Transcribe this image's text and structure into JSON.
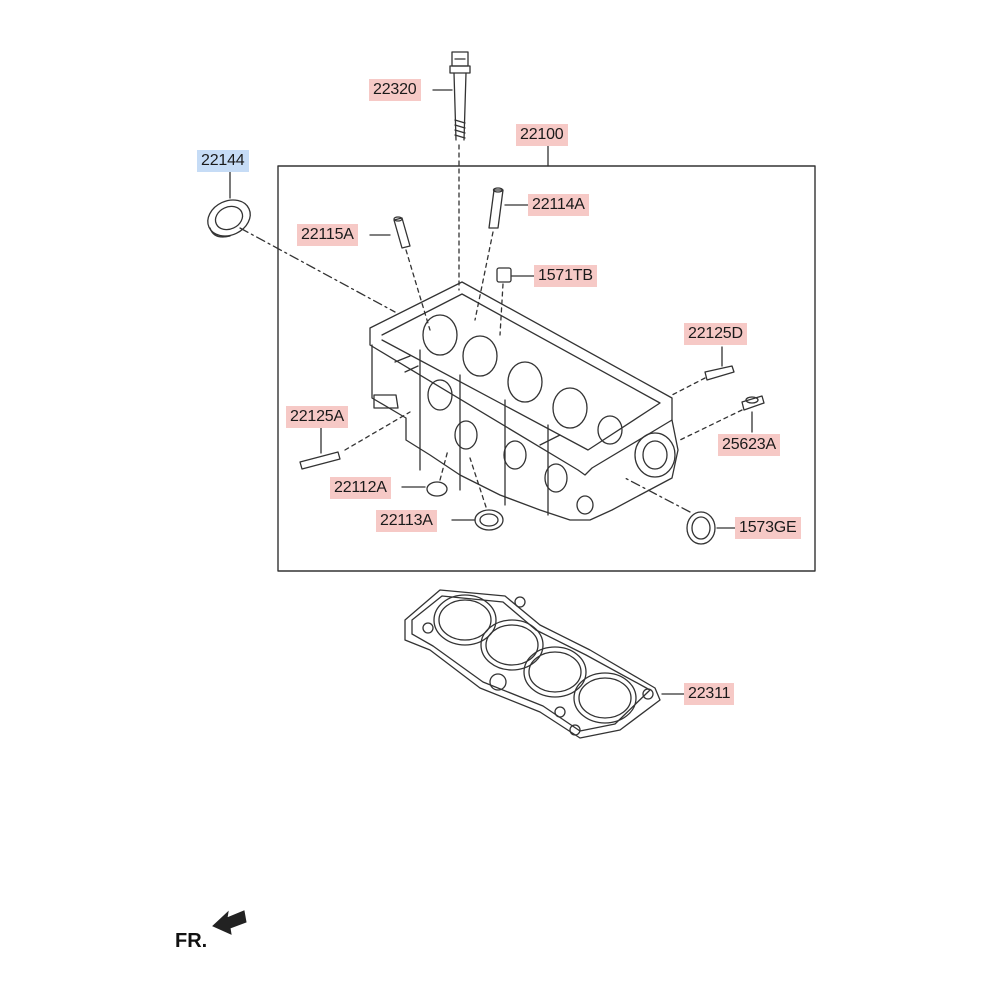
{
  "parts": {
    "p22320": "22320",
    "p22100": "22100",
    "p22144": "22144",
    "p22114A": "22114A",
    "p22115A": "22115A",
    "p1571TB": "1571TB",
    "p22125D": "22125D",
    "p22125A": "22125A",
    "p25623A": "25623A",
    "p22112A": "22112A",
    "p22113A": "22113A",
    "p1573GE": "1573GE",
    "p22311": "22311"
  },
  "front_marker": "FR.",
  "colors": {
    "part_label": "#f6c9c6",
    "highlight_label": "#c6dcf6",
    "line": "#333333"
  }
}
